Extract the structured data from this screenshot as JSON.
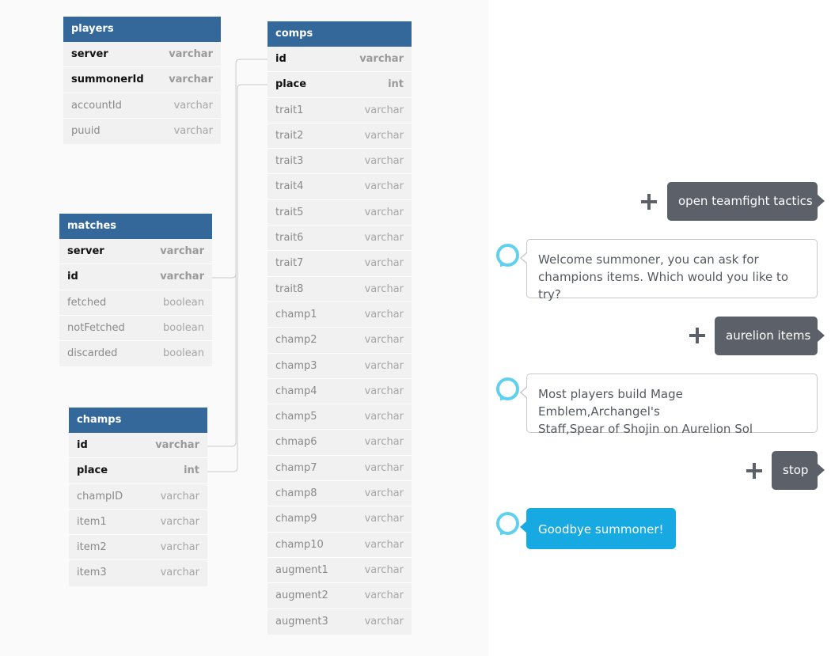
{
  "erd": {
    "tables": {
      "players": {
        "name": "players",
        "columns": [
          {
            "name": "server",
            "type": "varchar",
            "key": true
          },
          {
            "name": "summonerId",
            "type": "varchar",
            "key": true
          },
          {
            "name": "accountId",
            "type": "varchar",
            "key": false
          },
          {
            "name": "puuid",
            "type": "varchar",
            "key": false
          }
        ]
      },
      "matches": {
        "name": "matches",
        "columns": [
          {
            "name": "server",
            "type": "varchar",
            "key": true
          },
          {
            "name": "id",
            "type": "varchar",
            "key": true
          },
          {
            "name": "fetched",
            "type": "boolean",
            "key": false
          },
          {
            "name": "notFetched",
            "type": "boolean",
            "key": false
          },
          {
            "name": "discarded",
            "type": "boolean",
            "key": false
          }
        ]
      },
      "champs": {
        "name": "champs",
        "columns": [
          {
            "name": "id",
            "type": "varchar",
            "key": true
          },
          {
            "name": "place",
            "type": "int",
            "key": true
          },
          {
            "name": "champID",
            "type": "varchar",
            "key": false
          },
          {
            "name": "item1",
            "type": "varchar",
            "key": false
          },
          {
            "name": "item2",
            "type": "varchar",
            "key": false
          },
          {
            "name": "item3",
            "type": "varchar",
            "key": false
          }
        ]
      },
      "comps": {
        "name": "comps",
        "columns": [
          {
            "name": "id",
            "type": "varchar",
            "key": true
          },
          {
            "name": "place",
            "type": "int",
            "key": true
          },
          {
            "name": "trait1",
            "type": "varchar",
            "key": false
          },
          {
            "name": "trait2",
            "type": "varchar",
            "key": false
          },
          {
            "name": "trait3",
            "type": "varchar",
            "key": false
          },
          {
            "name": "trait4",
            "type": "varchar",
            "key": false
          },
          {
            "name": "trait5",
            "type": "varchar",
            "key": false
          },
          {
            "name": "trait6",
            "type": "varchar",
            "key": false
          },
          {
            "name": "trait7",
            "type": "varchar",
            "key": false
          },
          {
            "name": "trait8",
            "type": "varchar",
            "key": false
          },
          {
            "name": "champ1",
            "type": "varchar",
            "key": false
          },
          {
            "name": "champ2",
            "type": "varchar",
            "key": false
          },
          {
            "name": "champ3",
            "type": "varchar",
            "key": false
          },
          {
            "name": "champ4",
            "type": "varchar",
            "key": false
          },
          {
            "name": "champ5",
            "type": "varchar",
            "key": false
          },
          {
            "name": "chmap6",
            "type": "varchar",
            "key": false
          },
          {
            "name": "champ7",
            "type": "varchar",
            "key": false
          },
          {
            "name": "champ8",
            "type": "varchar",
            "key": false
          },
          {
            "name": "champ9",
            "type": "varchar",
            "key": false
          },
          {
            "name": "champ10",
            "type": "varchar",
            "key": false
          },
          {
            "name": "augment1",
            "type": "varchar",
            "key": false
          },
          {
            "name": "augment2",
            "type": "varchar",
            "key": false
          },
          {
            "name": "augment3",
            "type": "varchar",
            "key": false
          }
        ]
      }
    },
    "relationships": [
      {
        "from": "matches.id",
        "to": "comps.id"
      },
      {
        "from": "champs.id",
        "to": "comps.id"
      },
      {
        "from": "champs.place",
        "to": "comps.place"
      }
    ],
    "colors": {
      "header": "#34689a",
      "canvas": "#fafafa",
      "connector": "#c9c9c9"
    }
  },
  "dialog": {
    "turns": [
      {
        "speaker": "user",
        "text": "open teamfight tactics"
      },
      {
        "speaker": "alexa",
        "lines": [
          "Welcome summoner, you can ask for",
          "champions items. Which would you like to try?"
        ]
      },
      {
        "speaker": "user",
        "text": "aurelion items"
      },
      {
        "speaker": "alexa",
        "lines": [
          "Most players build Mage Emblem,Archangel's",
          "Staff,Spear of Shojin on Aurelion Sol"
        ]
      },
      {
        "speaker": "user",
        "text": "stop"
      },
      {
        "speaker": "alexa",
        "text": "Goodbye summoner!",
        "active": true
      }
    ],
    "colors": {
      "user_bubble": "#5c6169",
      "alexa_ring": "#5fd0ee",
      "alexa_active": "#17a9e1"
    }
  }
}
